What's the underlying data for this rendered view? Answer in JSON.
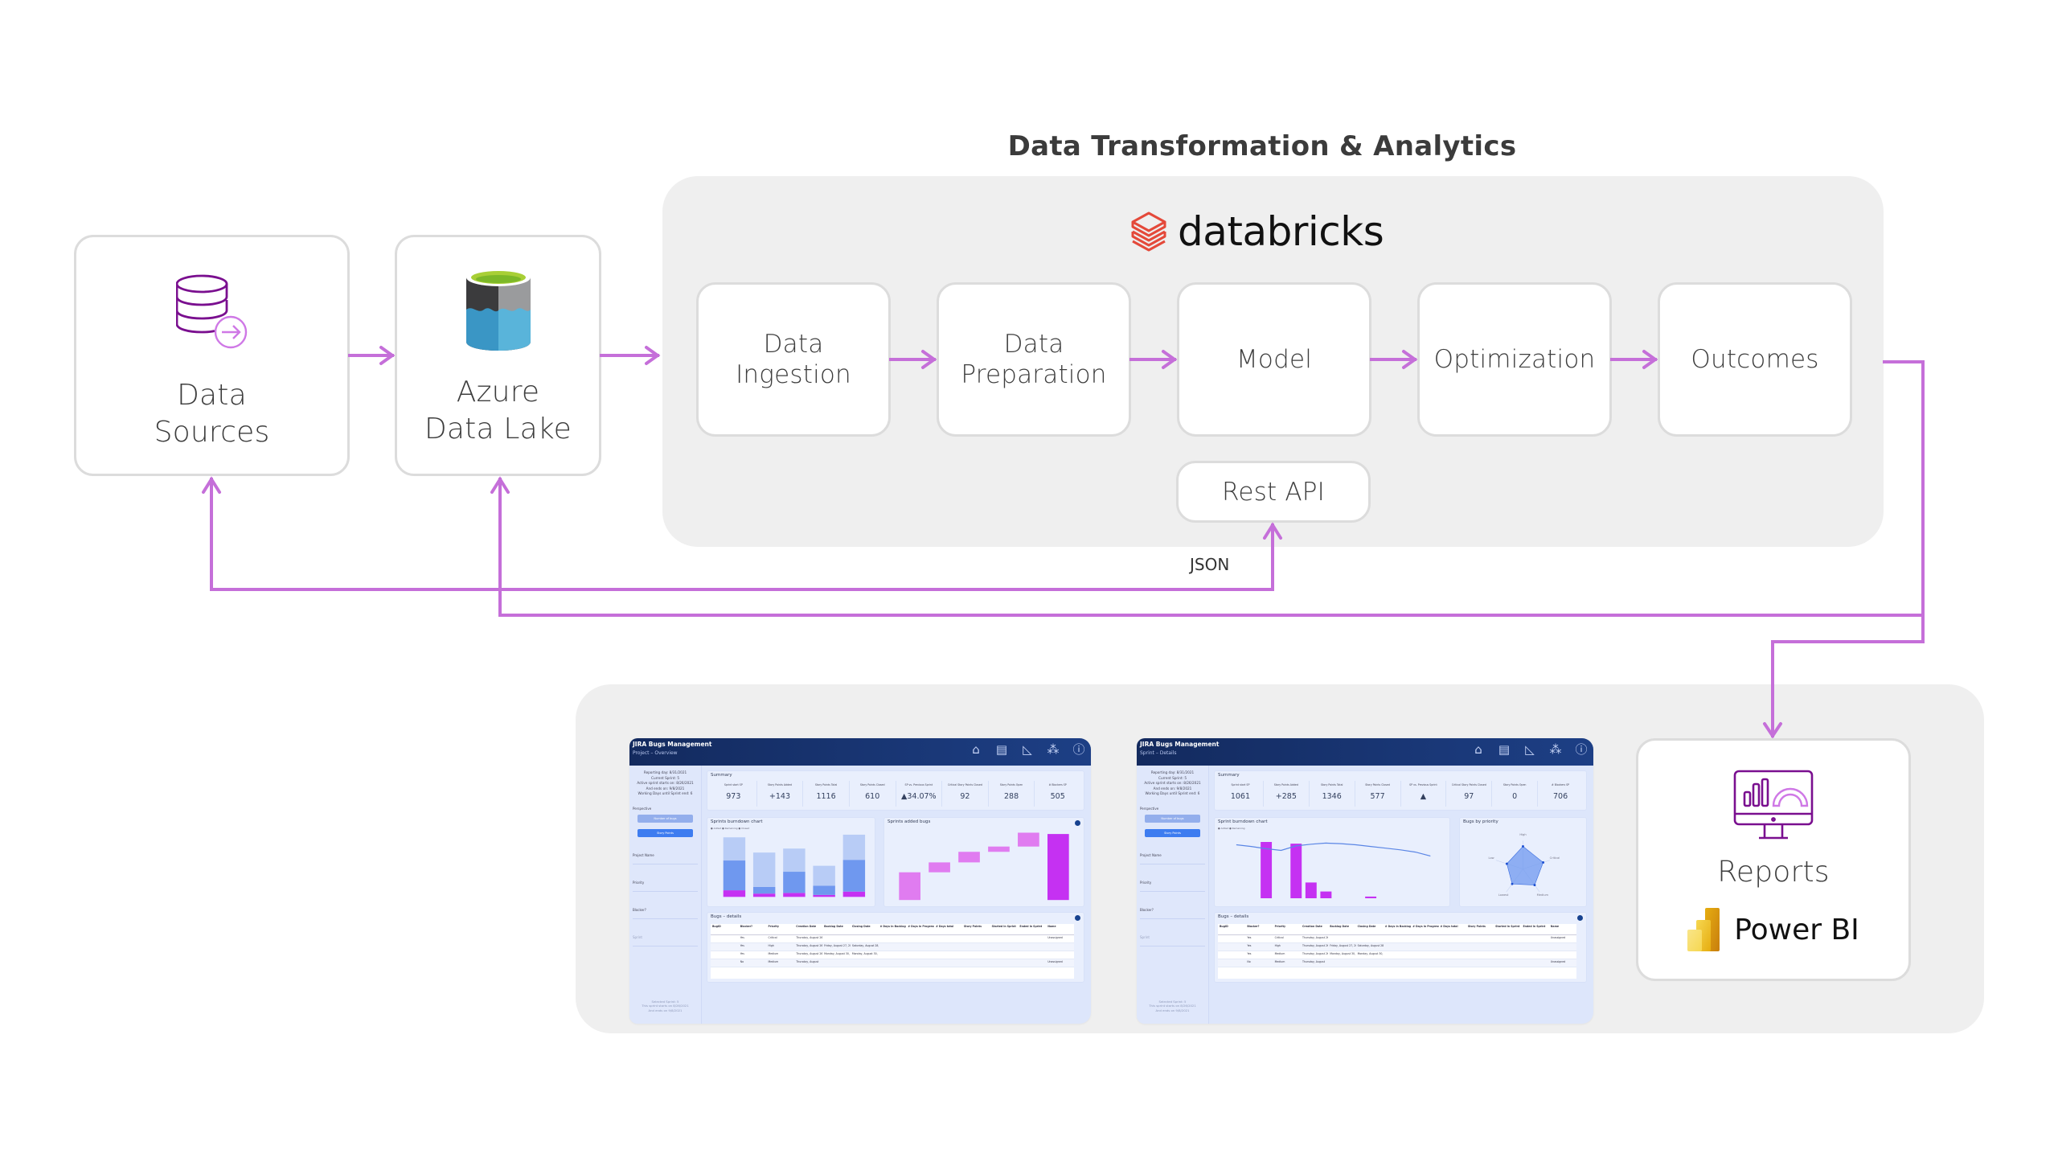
{
  "title": "Data Transformation & Analytics",
  "colors": {
    "arrow": "#c56fd9",
    "panel": "#efefef",
    "node_border": "#dcdcdc",
    "databricks_red": "#e4493a",
    "icon_purple": "#7a0f8f",
    "icon_light_purple": "#cf78e6",
    "dash_header": "#132a5e",
    "dash_bg": "#dde6fb",
    "bar_magenta": "#c531f2",
    "bar_blue": "#6f98ef",
    "bar_light_blue": "#b8ccf6",
    "waterfall_pink": "#e07cf0",
    "powerbi_yellow": "#f2c811"
  },
  "sources": {
    "data_sources": {
      "label": "Data\nSources",
      "icon": "database-export-icon"
    },
    "data_lake": {
      "label": "Azure\nData Lake",
      "icon": "azure-data-lake-icon"
    }
  },
  "databricks": {
    "logo_text": "databricks",
    "icon": "databricks-layers-icon",
    "stages": [
      {
        "label": "Data\nIngestion"
      },
      {
        "label": "Data\nPreparation"
      },
      {
        "label": "Model"
      },
      {
        "label": "Optimization"
      },
      {
        "label": "Outcomes"
      }
    ],
    "rest_api": {
      "label": "Rest API"
    }
  },
  "connectors": {
    "json_label": "JSON"
  },
  "reports": {
    "label": "Reports",
    "brand": "Power BI",
    "icon": "monitor-dashboard-icon"
  },
  "dashboards": [
    {
      "title": "JIRA Bugs Management",
      "subtitle": "Project – Overview",
      "nav_icons": [
        "home-icon",
        "clipboard-icon",
        "chart-icon",
        "network-icon",
        "info-icon"
      ],
      "sidebar": {
        "info": [
          "Reporting day: 8/31/2021",
          "Current Sprint: 5",
          "Active sprint starts on: 8/26/2021",
          "And ends on: 9/8/2021",
          "Working Days until Sprint end: 6"
        ],
        "perspective_label": "Perspective",
        "buttons": [
          "Number of bugs",
          "Story Points"
        ],
        "filters": [
          "Project Name",
          "Priority",
          "Blocker?",
          "Sprint"
        ],
        "footer": [
          "Selected Sprint: 5",
          "This sprint starts on 8/26/2021",
          "And ends on 9/8/2021"
        ]
      },
      "summary": {
        "title": "Summary",
        "kpis": [
          {
            "label": "Sprint start SP",
            "value": "973"
          },
          {
            "label": "Story Points Added",
            "value": "+143"
          },
          {
            "label": "Story Points Total",
            "value": "1116"
          },
          {
            "label": "Story Points Closed",
            "value": "610"
          },
          {
            "label": "SP vs. Previous Sprint",
            "value": "▲34.07%"
          },
          {
            "label": "Critical Story Points Closed",
            "value": "92"
          },
          {
            "label": "Story Points Open",
            "value": "288"
          },
          {
            "label": "# Blockers SP",
            "value": "505"
          }
        ]
      },
      "chart_left": {
        "title": "Sprints burndown chart",
        "legend": "● Added ● Remaining ● Closed",
        "type": "stacked-bar",
        "stacks": [
          [
            0.1,
            0.45,
            0.35
          ],
          [
            0.05,
            0.1,
            0.52
          ],
          [
            0.06,
            0.32,
            0.35
          ],
          [
            0.03,
            0.14,
            0.3
          ],
          [
            0.08,
            0.48,
            0.38
          ]
        ]
      },
      "chart_right": {
        "title": "Sprints added bugs",
        "type": "waterfall",
        "steps": [
          0.42,
          0.15,
          0.16,
          0.08,
          0.21
        ],
        "total": 1.0
      },
      "table": {
        "title": "Bugs – details",
        "columns": [
          "BugID",
          "Blocker?",
          "Priority",
          "Creation Date",
          "Backlog Date",
          "Closing Date",
          "# Days in Backlog",
          "# Days in Progress",
          "# Days total",
          "Story Points",
          "Started in Sprint",
          "Ended in Sprint",
          "Name"
        ],
        "rows": [
          [
            "",
            "Yes",
            "Critical",
            "Thursday, August 26, 2021",
            "",
            "",
            "",
            "",
            "",
            "",
            "",
            "",
            "Unassigned"
          ],
          [
            "",
            "Yes",
            "High",
            "Thursday, August 26, 2021",
            "Friday, August 27, 2021",
            "Saturday, August 28, 2021",
            "",
            "",
            "",
            "",
            "",
            "",
            ""
          ],
          [
            "",
            "Yes",
            "Medium",
            "Thursday, August 26, 2021",
            "Monday, August 30, 2021",
            "Monday, August 30, 2021",
            "",
            "",
            "",
            "",
            "",
            "",
            ""
          ],
          [
            "",
            "No",
            "Medium",
            "Thursday, August",
            "",
            "",
            "",
            "",
            "",
            "",
            "",
            "",
            "Unassigned"
          ]
        ]
      }
    },
    {
      "title": "JIRA Bugs Management",
      "subtitle": "Sprint – Details",
      "nav_icons": [
        "home-icon",
        "clipboard-icon",
        "chart-icon",
        "network-icon",
        "info-icon"
      ],
      "sidebar": {
        "info": [
          "Reporting day: 8/31/2021",
          "Current Sprint: 5",
          "Active sprint starts on: 8/26/2021",
          "And ends on: 9/8/2021",
          "Working Days until Sprint end: 6"
        ],
        "perspective_label": "Perspective",
        "buttons": [
          "Number of bugs",
          "Story Points"
        ],
        "filters": [
          "Project Name",
          "Priority",
          "Blocker?",
          "Sprint"
        ],
        "footer": [
          "Selected Sprint: 5",
          "This sprint starts on 8/26/2021",
          "And ends on 9/8/2021"
        ]
      },
      "summary": {
        "title": "Summary",
        "kpis": [
          {
            "label": "Sprint start SP",
            "value": "1061"
          },
          {
            "label": "Story Points Added",
            "value": "+285"
          },
          {
            "label": "Story Points Total",
            "value": "1346"
          },
          {
            "label": "Story Points Closed",
            "value": "577"
          },
          {
            "label": "SP vs. Previous Sprint",
            "value": "▲"
          },
          {
            "label": "Critical Story Points Closed",
            "value": "97"
          },
          {
            "label": "Story Points Open",
            "value": "0"
          },
          {
            "label": "# Blockers SP",
            "value": "706"
          }
        ]
      },
      "chart_left": {
        "title": "Sprint burndown chart",
        "legend": "● Added ● Remaining",
        "type": "bar-line",
        "bars": [
          0,
          0,
          1.0,
          0,
          0.97,
          0.28,
          0.12,
          0,
          0,
          0.03,
          0,
          0,
          0,
          0
        ],
        "line": [
          0.95,
          0.92,
          0.88,
          0.85,
          0.93,
          0.96,
          0.98,
          0.97,
          0.95,
          0.92,
          0.89,
          0.86,
          0.82,
          0.75
        ]
      },
      "chart_right": {
        "title": "Bugs by priority",
        "type": "radar",
        "axes": [
          "High",
          "Critical",
          "Medium",
          "Lowest",
          "Low"
        ],
        "values": [
          0.8,
          0.75,
          0.7,
          0.65,
          0.6
        ]
      },
      "table": {
        "title": "Bugs – details",
        "columns": [
          "BugID",
          "Blocker?",
          "Priority",
          "Creation Date",
          "Backlog Date",
          "Closing Date",
          "# Days in Backlog",
          "# Days in Progress",
          "# Days total",
          "Story Points",
          "Started in Sprint",
          "Ended in Sprint",
          "Name"
        ],
        "rows": [
          [
            "",
            "Yes",
            "Critical",
            "Thursday, August 26, 2021",
            "",
            "",
            "",
            "",
            "",
            "",
            "",
            "",
            "Unassigned"
          ],
          [
            "",
            "Yes",
            "High",
            "Thursday, August 26, 2021",
            "Friday, August 27, 2021",
            "Saturday, August 28, 2021",
            "",
            "",
            "",
            "",
            "",
            "",
            ""
          ],
          [
            "",
            "Yes",
            "Medium",
            "Thursday, August 26, 2021",
            "Monday, August 30, 2021",
            "Monday, August 30, 2021",
            "",
            "",
            "",
            "",
            "",
            "",
            ""
          ],
          [
            "",
            "No",
            "Medium",
            "Thursday, August",
            "",
            "",
            "",
            "",
            "",
            "",
            "",
            "",
            "Unassigned"
          ]
        ]
      }
    }
  ]
}
